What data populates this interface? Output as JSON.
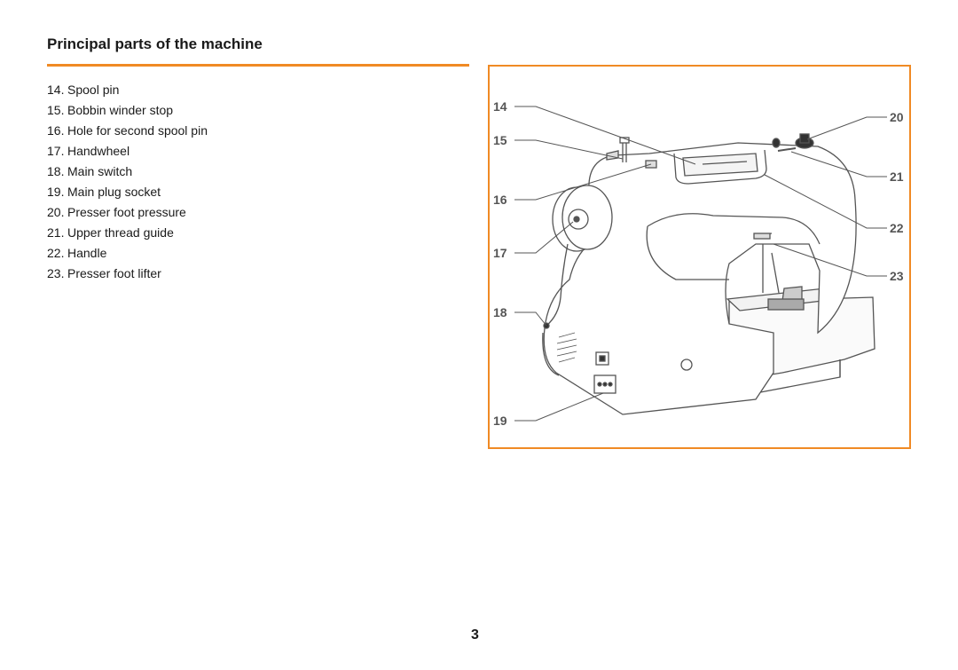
{
  "page": {
    "title": "Principal parts of the machine",
    "page_number": "3"
  },
  "parts": [
    {
      "num": "14.",
      "label": "Spool pin"
    },
    {
      "num": "15.",
      "label": "Bobbin winder stop"
    },
    {
      "num": "16.",
      "label": "Hole for second spool pin"
    },
    {
      "num": "17.",
      "label": "Handwheel"
    },
    {
      "num": "18.",
      "label": "Main switch"
    },
    {
      "num": "19.",
      "label": "Main plug socket"
    },
    {
      "num": "20.",
      "label": "Presser foot pressure"
    },
    {
      "num": "21.",
      "label": "Upper thread guide"
    },
    {
      "num": "22.",
      "label": "Handle"
    },
    {
      "num": "23.",
      "label": "Presser foot lifter"
    }
  ],
  "figure": {
    "callouts": [
      "14",
      "15",
      "16",
      "17",
      "18",
      "19",
      "20",
      "21",
      "22",
      "23"
    ]
  },
  "colors": {
    "accent": "#f08a24"
  }
}
